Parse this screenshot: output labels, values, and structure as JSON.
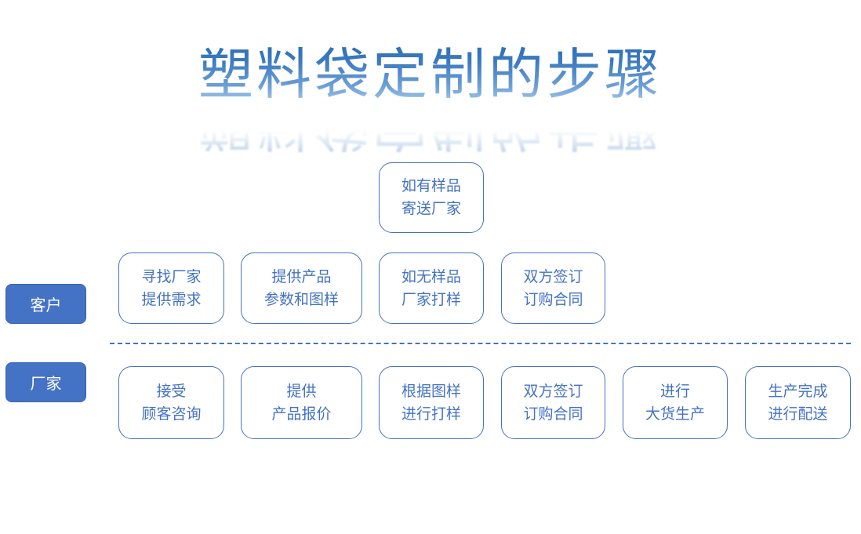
{
  "title": {
    "text": "塑料袋定制的步骤"
  },
  "colors": {
    "accent_blue": "#4472C4",
    "title_gradient_top": "#2A6CB3",
    "title_gradient_bottom": "#B9D4EF",
    "box_fill": "#FFFFFF",
    "box_text": "#4472C4",
    "lane_label_text": "#FFFFFF"
  },
  "lanes": {
    "customer": {
      "label": "客户"
    },
    "factory": {
      "label": "厂家"
    }
  },
  "optional_step": {
    "text": "如有样品\n寄送厂家"
  },
  "customer_steps": [
    {
      "text": "寻找厂家\n提供需求"
    },
    {
      "text": "提供产品\n参数和图样"
    },
    {
      "text": "如无样品\n厂家打样"
    },
    {
      "text": "双方签订\n订购合同"
    }
  ],
  "factory_steps": [
    {
      "text": "接受\n顾客咨询"
    },
    {
      "text": "提供\n产品报价"
    },
    {
      "text": "根据图样\n进行打样"
    },
    {
      "text": "双方签订\n订购合同"
    },
    {
      "text": "进行\n大货生产"
    },
    {
      "text": "生产完成\n进行配送"
    }
  ]
}
